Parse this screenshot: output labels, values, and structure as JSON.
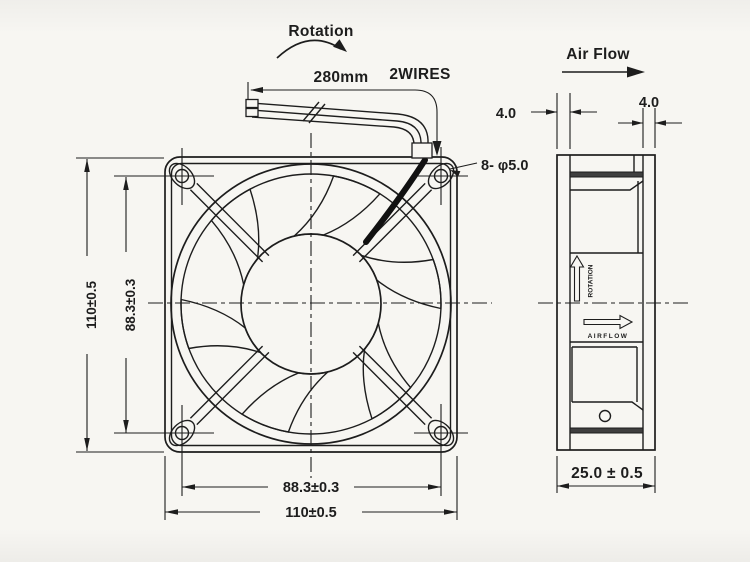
{
  "drawing": {
    "annotations": {
      "rotation": "Rotation",
      "wire_length": "280mm",
      "wire_count": "2WIRES",
      "hole_spec": "8- φ5.0",
      "air_flow": "Air Flow"
    },
    "front_view": {
      "height_outer": "110±0.5",
      "height_holes": "88.3±0.3",
      "width_holes": "88.3±0.3",
      "width_outer": "110±0.5"
    },
    "side_view": {
      "flange_front": "4.0",
      "flange_rear": "4.0",
      "depth": "25.0 ± 0.5",
      "rotation_marking": "ROTATION",
      "airflow_marking": "AIRFLOW"
    },
    "colors": {
      "paper": "#f7f6f2",
      "ink": "#1d1d1d"
    }
  }
}
